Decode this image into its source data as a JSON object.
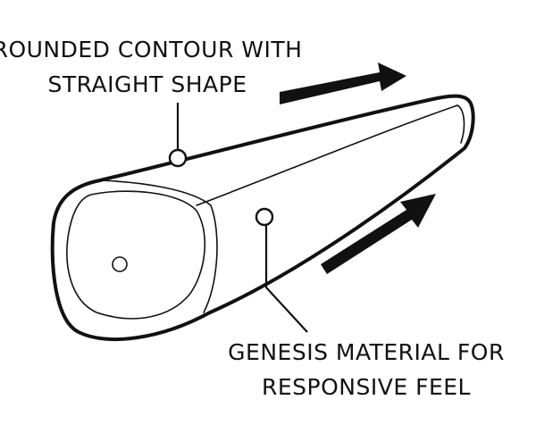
{
  "callouts": {
    "top": {
      "lines": [
        "ROUNDED CONTOUR WITH",
        "STRAIGHT SHAPE"
      ]
    },
    "bottom": {
      "lines": [
        "GENESIS MATERIAL FOR",
        "RESPONSIVE FEEL"
      ]
    }
  },
  "colors": {
    "ink": "#111111",
    "background": "#ffffff"
  }
}
